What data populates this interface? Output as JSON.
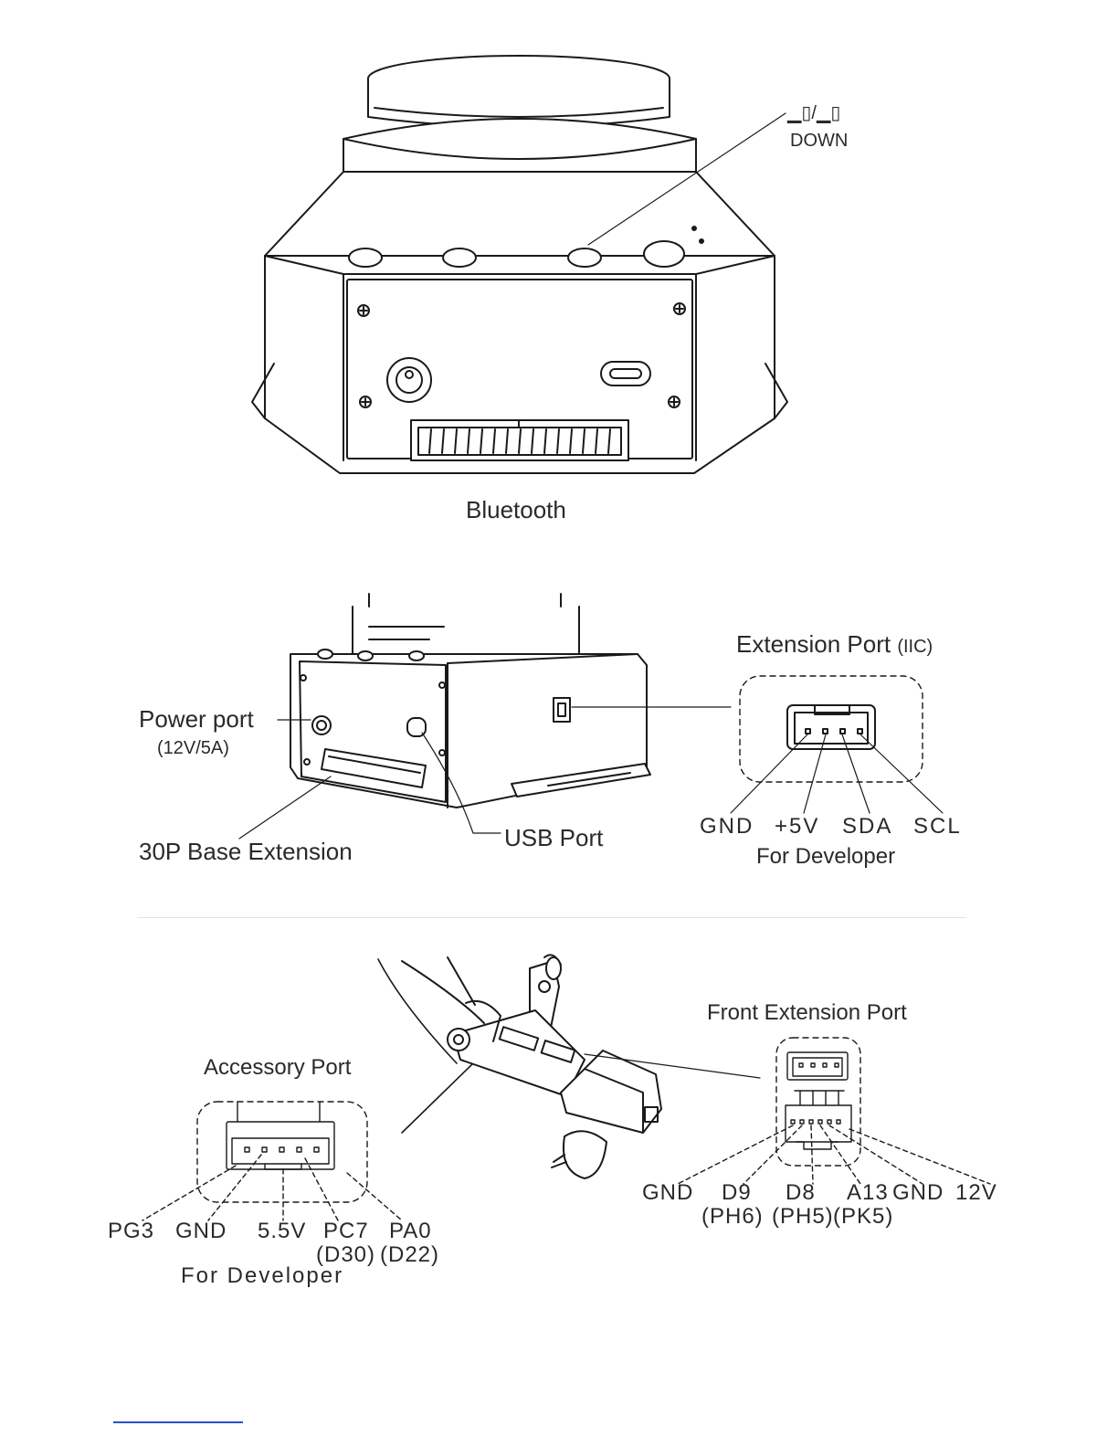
{
  "figure1": {
    "button_glyph": "▁▯/▁▯",
    "down_label": "DOWN",
    "caption": "Bluetooth"
  },
  "figure2": {
    "extension_port_title": "Extension Port",
    "extension_port_suffix": "(IIC)",
    "power_port_label": "Power port",
    "power_port_spec": "(12V/5A)",
    "base_extension_label": "30P Base Extension",
    "usb_port_label": "USB Port",
    "pins": [
      "GND",
      "+5V",
      "SDA",
      "SCL"
    ],
    "developer_note": "For Developer"
  },
  "figure3": {
    "front_extension_title": "Front Extension Port",
    "accessory_port_title": "Accessory Port",
    "front_pins": [
      "GND",
      "D9",
      "D8",
      "A13",
      "GND",
      "12V"
    ],
    "front_pins_sub": [
      "(PH6)",
      "(PH5)",
      "(PK5)"
    ],
    "accessory_pins": [
      "PG3",
      "GND",
      "5.5V",
      "PC7",
      "PA0"
    ],
    "accessory_pins_sub": [
      "(D30)",
      "(D22)"
    ],
    "developer_note": "For Developer"
  }
}
